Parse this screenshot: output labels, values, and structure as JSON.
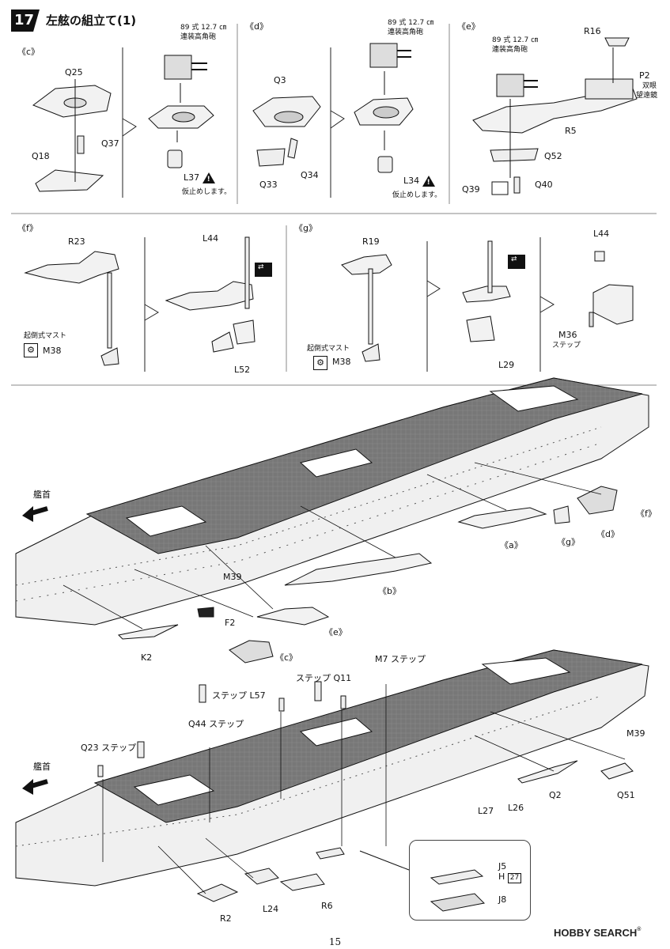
{
  "step": {
    "number": "17",
    "title": "左舷の組立て(1)"
  },
  "sections": {
    "c": "《c》",
    "d": "《d》",
    "e": "《e》",
    "f": "《f》",
    "g": "《g》",
    "a": "《a》",
    "b": "《b》"
  },
  "notes": {
    "gun_line1": "89 式 12.7 ㎝",
    "gun_line2": "連装高角砲",
    "temp_fit": "仮止めします。",
    "binocular_line1": "双眼",
    "binocular_line2": "望遠鏡",
    "folding_mast": "起倒式マスト",
    "step_word": "ステップ",
    "bow": "艦首"
  },
  "parts": {
    "Q25": "Q25",
    "Q37": "Q37",
    "Q18": "Q18",
    "L37": "L37",
    "Q3": "Q3",
    "Q33": "Q33",
    "Q34": "Q34",
    "L34": "L34",
    "R16": "R16",
    "P2": "P2",
    "R5": "R5",
    "Q52": "Q52",
    "Q39": "Q39",
    "Q40": "Q40",
    "R23": "R23",
    "M38": "M38",
    "L44": "L44",
    "L52": "L52",
    "R19": "R19",
    "L29": "L29",
    "M36": "M36",
    "M39": "M39",
    "F2": "F2",
    "K2": "K2",
    "M7": "M7",
    "Q11": "Q11",
    "L57": "L57",
    "Q44": "Q44",
    "Q23": "Q23",
    "L27": "L27",
    "L26": "L26",
    "Q2": "Q2",
    "Q51": "Q51",
    "R2": "R2",
    "L24": "L24",
    "R6": "R6",
    "J5": "J5",
    "H": "H",
    "H_num": "27",
    "J8": "J8"
  },
  "footer": {
    "page": "15",
    "watermark_brand": "HOBBY SEARCH",
    "watermark_mark": "®"
  },
  "colors": {
    "ink": "#111111",
    "deck": "#6b6b6b",
    "hull": "#ececec"
  }
}
